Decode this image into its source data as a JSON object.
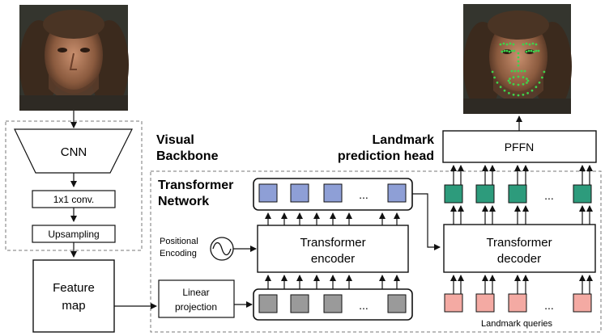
{
  "labels": {
    "cnn": "CNN",
    "conv": "1x1 conv.",
    "upsampling": "Upsampling",
    "feature_map_1": "Feature",
    "feature_map_2": "map",
    "visual_backbone_1": "Visual",
    "visual_backbone_2": "Backbone",
    "transformer_network_1": "Transformer",
    "transformer_network_2": "Network",
    "landmark_head_1": "Landmark",
    "landmark_head_2": "prediction head",
    "pffn": "PFFN",
    "positional_1": "Positional",
    "positional_2": "Encoding",
    "encoder_1": "Transformer",
    "encoder_2": "encoder",
    "decoder_1": "Transformer",
    "decoder_2": "decoder",
    "linear_1": "Linear",
    "linear_2": "projection",
    "landmark_queries": "Landmark queries",
    "ellipsis": "..."
  },
  "colors": {
    "encoder_output_tokens": "#8e9fd6",
    "input_tokens": "#9a9a9a",
    "decoder_output_tokens": "#2d9b7c",
    "landmark_query_tokens": "#f4aaa3",
    "landmark_points": "#3fd24c"
  },
  "images": {
    "input_face": "face-photo",
    "output_face": "face-photo-with-landmarks"
  }
}
